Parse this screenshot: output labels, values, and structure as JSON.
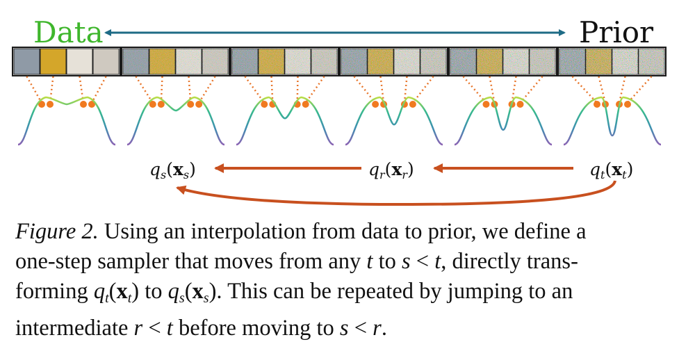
{
  "figure": {
    "label_data": "Data",
    "label_prior": "Prior",
    "distributions": [
      {
        "q": "q",
        "sub": "s",
        "x": "x"
      },
      {
        "q": "q",
        "sub": "r",
        "x": "x"
      },
      {
        "q": "q",
        "sub": "t",
        "x": "x"
      }
    ],
    "colors": {
      "data_label": "#3fb62c",
      "double_arrow": "#1e6b86",
      "jump_arrow": "#c8501f",
      "dotted_links": "#e8762b",
      "markers": "#f07a20"
    },
    "noise_levels": [
      0,
      0.2,
      0.45,
      0.65,
      0.82,
      1.0
    ]
  },
  "caption": {
    "figure_label": "Figure 2.",
    "line1": " Using an interpolation from data to prior, we define a",
    "line2a": "one-step sampler that moves from any ",
    "t1": "t",
    "line2b": " to ",
    "s1": "s",
    "lt1": " < ",
    "t2": "t",
    "line2c": ", directly trans-",
    "line3a": "forming ",
    "q3a": "q",
    "t3a": "t",
    "x3a": "x",
    "t3b": "t",
    "line3b": " to ",
    "q3b": "q",
    "s3a": "s",
    "x3b": "x",
    "s3b": "s",
    "line3c": ". This can be repeated by jumping to an",
    "line4a": "intermediate ",
    "r4": "r",
    "lt4": " < ",
    "t4": "t",
    "line4b": " before moving to ",
    "s4": "s",
    "lt4b": " < ",
    "r4b": "r",
    "line4c": "."
  }
}
